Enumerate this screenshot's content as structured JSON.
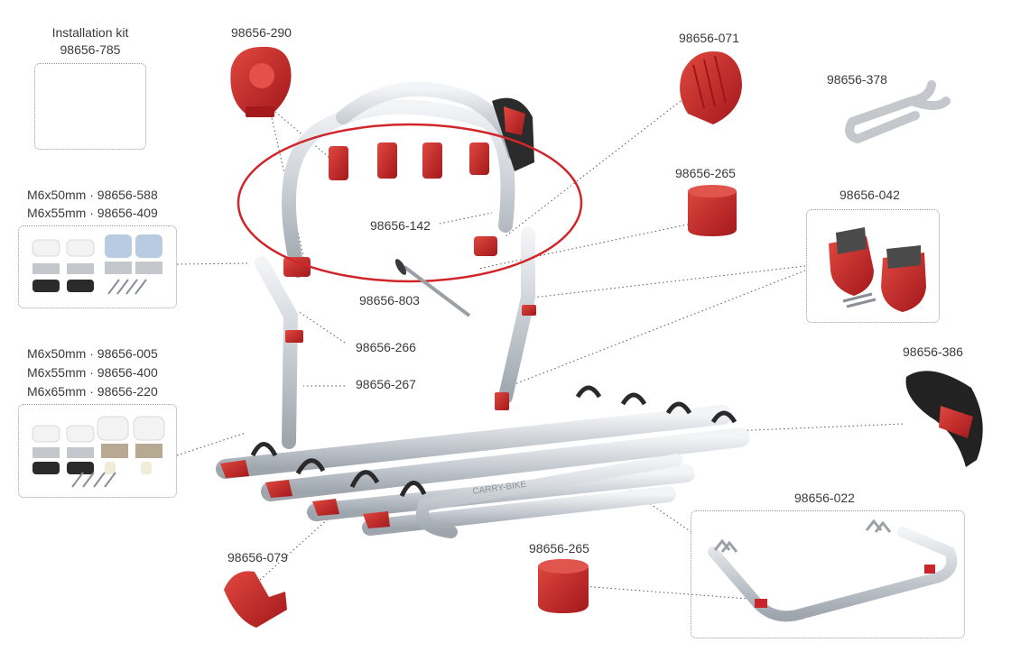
{
  "labels": {
    "install_kit_title": "Installation kit",
    "install_kit_code": "98656-785",
    "p290": "98656-290",
    "p071": "98656-071",
    "p378": "98656-378",
    "p265_top": "98656-265",
    "p042": "98656-042",
    "p142": "98656-142",
    "p803": "98656-803",
    "p266": "98656-266",
    "p267": "98656-267",
    "p386": "98656-386",
    "p022": "98656-022",
    "p079": "98656-079",
    "p265_bottom": "98656-265",
    "kitA_line1": "M6x50mm · 98656-588",
    "kitA_line2": "M6x55mm · 98656-409",
    "kitB_line1": "M6x50mm · 98656-005",
    "kitB_line2": "M6x55mm · 98656-400",
    "kitB_line3": "M6x65mm · 98656-220"
  },
  "colors": {
    "part_red": "#c8262b",
    "frame_silver": "#cfd3d8",
    "highlight_ellipse": "#d0262b",
    "leader": "#555555"
  }
}
